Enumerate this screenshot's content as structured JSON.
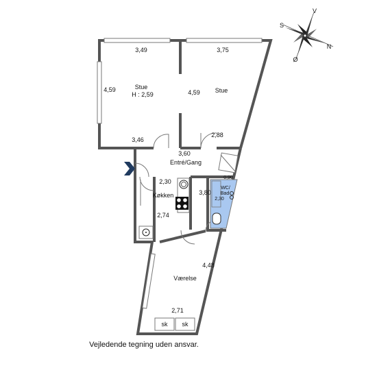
{
  "compass": {
    "n": "N",
    "s": "S",
    "v": "V",
    "o": "Ø"
  },
  "rooms": {
    "stue_left": {
      "name": "Stue",
      "height": "H : 2,59"
    },
    "stue_right": {
      "name": "Stue"
    },
    "entre": {
      "name": "Entré/Gang"
    },
    "kokken": {
      "name": "Køkken"
    },
    "wc": {
      "name_line1": "WC/",
      "name_line2": "Bad"
    },
    "vaerelse": {
      "name": "Værelse"
    }
  },
  "dimensions": {
    "stue_left_top": "3,49",
    "stue_left_side": "4,59",
    "stue_left_bottom": "3,46",
    "stue_right_top": "3,75",
    "stue_right_side": "4,59",
    "stue_right_bottom": "2,88",
    "entre_width": "3,60",
    "kokken_top": "2,30",
    "kokken_bottom": "2,74",
    "bath_side": "3,80",
    "bath_width": "0,90",
    "bath_length": "2,30",
    "vaerelse_side": "4,48",
    "vaerelse_bottom": "2,71"
  },
  "closets": [
    "sk",
    "sk"
  ],
  "entrance_marker": "entrance-arrow",
  "colors": {
    "wall": "#555555",
    "bathroom": "#a9c8f0",
    "entrance_arrow": "#1f3a5f"
  },
  "disclaimer": "Vejledende tegning uden ansvar."
}
